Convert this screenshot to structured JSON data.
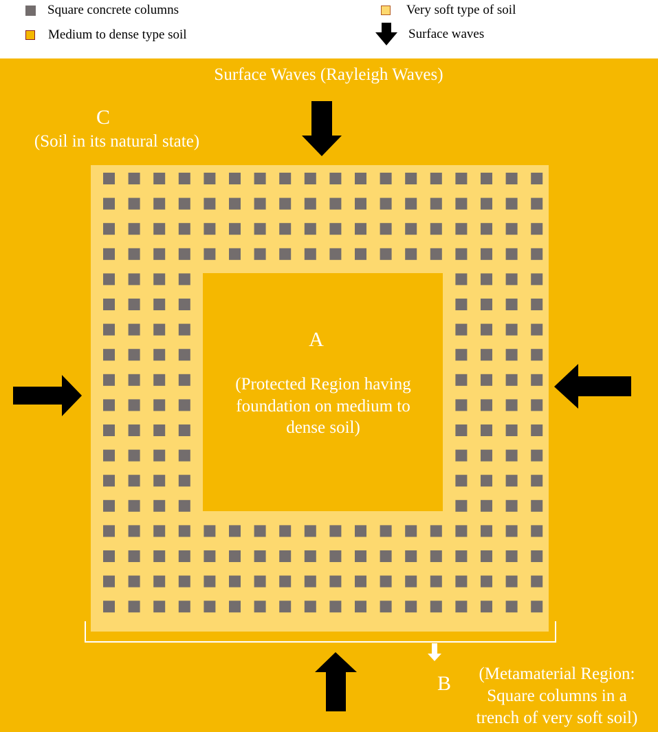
{
  "legend": {
    "columns": "Square concrete columns",
    "very_soft": "Very soft type of soil",
    "medium_dense": "Medium to dense type soil",
    "surface_waves": "Surface waves"
  },
  "labels": {
    "top_title": "Surface Waves (Rayleigh Waves)",
    "c_letter": "C",
    "c_desc": "(Soil in its natural state)",
    "a_letter": "A",
    "a_line1": "(Protected Region having",
    "a_line2": "foundation on medium to",
    "a_line3": "dense soil)",
    "b_letter": "B",
    "b_line1": "(Metamaterial Region:",
    "b_line2": "Square columns in a",
    "b_line3": "trench of very soft soil)"
  },
  "colors": {
    "medium_dense_soil": "#f5b800",
    "very_soft_soil": "#fdd96f",
    "concrete_column": "#736d6d",
    "arrow": "#000000",
    "label_text": "#ffffff"
  },
  "grid": {
    "columns": 18,
    "rows": 18,
    "protected_region": "rows 5-14, columns 5-14"
  }
}
